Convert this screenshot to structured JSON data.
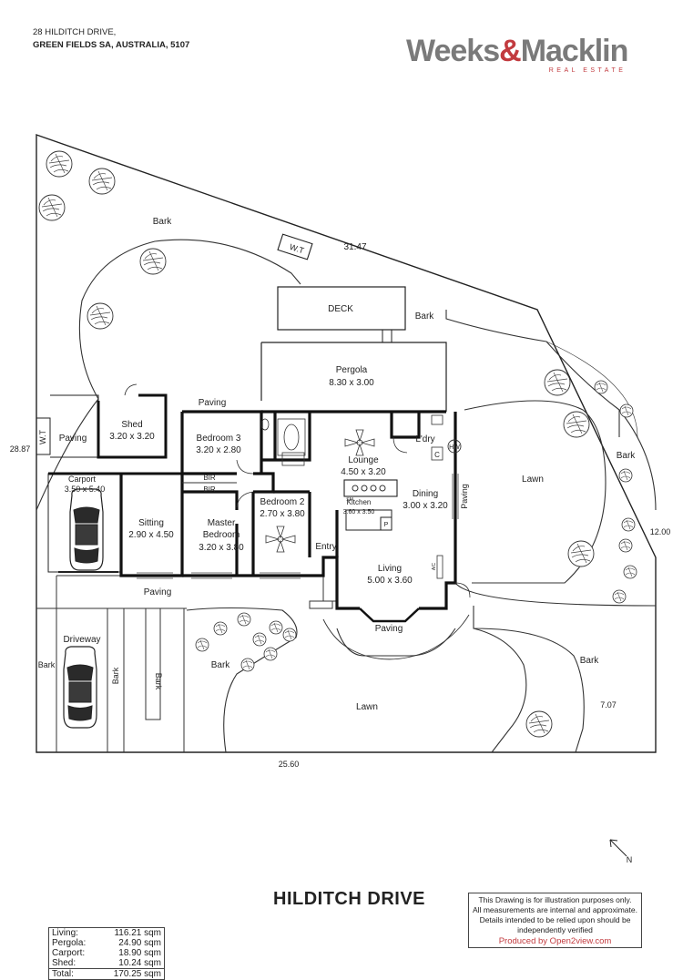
{
  "address": {
    "line1": "28 HILDITCH DRIVE,",
    "line2": "GREEN FIELDS SA, AUSTRALIA, 5107"
  },
  "logo": {
    "part1": "Weeks",
    "amp": "&",
    "part2": "Macklin",
    "sub": "REAL ESTATE"
  },
  "colors": {
    "brand_grey": "#7a7a7a",
    "brand_red": "#c23b3f",
    "wall": "#1a1a1a",
    "line": "#222222"
  },
  "plan": {
    "dimensions": {
      "top": "31.47",
      "left": "28.87",
      "right": "12.00",
      "bottom": "25.60",
      "corner": "7.07"
    },
    "rooms": {
      "pergola_name": "Pergola",
      "pergola_size": "8.30 x 3.00",
      "shed_name": "Shed",
      "shed_size": "3.20 x 3.20",
      "bed3_name": "Bedroom 3",
      "bed3_size": "3.20 x 2.80",
      "lounge_name": "Lounge",
      "lounge_size": "4.50 x 3.20",
      "ldry": "L'dry",
      "hw": "HW",
      "c": "C",
      "carport_name": "Carport",
      "carport_size": "3.50 x 5.40",
      "bir1": "BIR",
      "bir2": "BIR",
      "kitchen_name": "Kitchen",
      "kitchen_size": "3.60 x 3.50",
      "sm": "SM",
      "p": "P",
      "dining_name": "Dining",
      "dining_size": "3.00 x 3.20",
      "sitting_name": "Sitting",
      "sitting_size": "2.90 x 4.50",
      "master1": "Master",
      "master2": "Bedroom",
      "master_size": "3.20 x 3.80",
      "bed2_name": "Bedroom 2",
      "bed2_size": "2.70 x 3.80",
      "entry": "Entry",
      "living_name": "Living",
      "living_size": "5.00 x 3.60",
      "ac": "A/C"
    },
    "outdoor": {
      "bark_top": "Bark",
      "bark_deck": "Bark",
      "bark_right": "Bark",
      "bark_lower_right": "Bark",
      "bark_mid": "Bark",
      "bark_left": "Bark",
      "bark_v1": "Bark",
      "bark_v2": "Bark",
      "lawn_right": "Lawn",
      "lawn_bottom": "Lawn",
      "paving_top": "Paving",
      "paving_left": "Paving",
      "paving_right": "Paving",
      "paving_bottom": "Paving",
      "paving_front": "Paving",
      "deck": "DECK",
      "wt_top": "W.T",
      "wt_left": "W.T",
      "driveway": "Driveway"
    },
    "north": "N"
  },
  "street": "HILDITCH DRIVE",
  "areas": [
    {
      "label": "Living:",
      "value": "116.21 sqm"
    },
    {
      "label": "Pergola:",
      "value": "24.90 sqm"
    },
    {
      "label": "Carport:",
      "value": "18.90 sqm"
    },
    {
      "label": "Shed:",
      "value": "10.24 sqm"
    },
    {
      "label": "Total:",
      "value": "170.25 sqm"
    }
  ],
  "disclaimer": {
    "lines": [
      "This Drawing is for illustration purposes only.",
      "All measurements are internal and approximate.",
      "Details intended to be relied upon should be",
      "independently verified"
    ],
    "produced": "Produced by Open2view.com"
  }
}
